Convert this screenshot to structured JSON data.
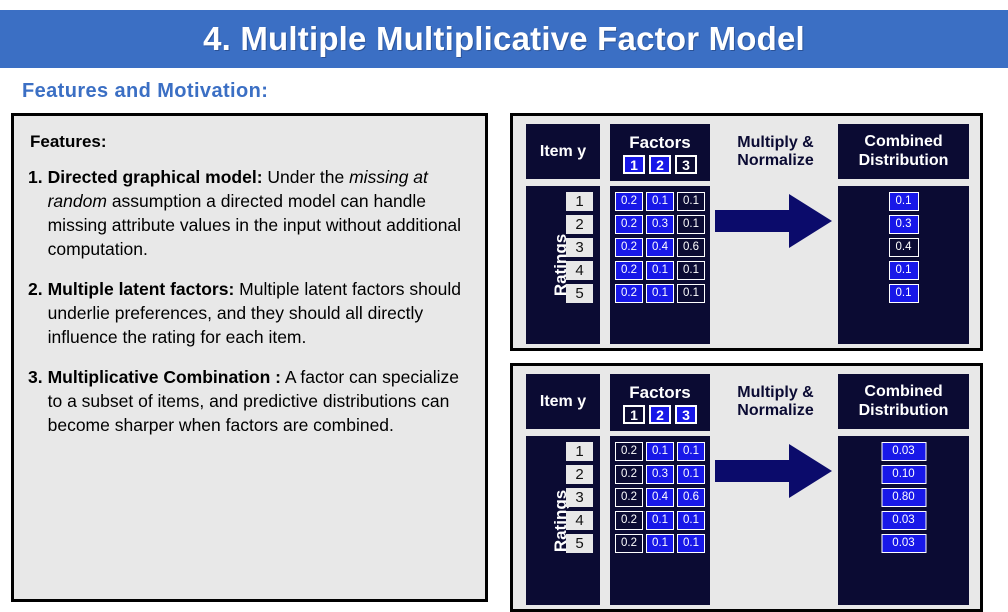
{
  "slide": {
    "title": "4. Multiple Multiplicative Factor Model",
    "subtitle": "Features and Motivation:",
    "accent_blue": "#3b6fc4",
    "navy": "#0b0b33",
    "bright_blue": "#1818e8",
    "panel_gray": "#e8e8e8"
  },
  "features": {
    "heading": "Features:",
    "items": [
      {
        "num": "1.",
        "lead": "Directed graphical model:",
        "rest_a": " Under the ",
        "italic": "missing at random",
        "rest_b": " assumption a directed model can handle missing attribute values in the input without additional computation."
      },
      {
        "num": "2.",
        "lead": "Multiple latent factors:",
        "rest_a": " Multiple latent factors should underlie preferences, and they should all directly influence the rating for each item.",
        "italic": "",
        "rest_b": ""
      },
      {
        "num": "3.",
        "lead": "Multiplicative Combination :",
        "rest_a": " A factor can specialize to a subset of items, and predictive distributions can become sharper when factors are combined.",
        "italic": "",
        "rest_b": ""
      }
    ]
  },
  "diagrams": [
    {
      "id": "top",
      "header": {
        "item_label": "Item y",
        "factors_label": "Factors",
        "factor_boxes": [
          {
            "label": "1",
            "active": true
          },
          {
            "label": "2",
            "active": true
          },
          {
            "label": "3",
            "active": false
          }
        ],
        "multiply_line1": "Multiply &",
        "multiply_line2": "Normalize",
        "combined_line1": "Combined",
        "combined_line2": "Distribution"
      },
      "ratings_label": "Ratings",
      "ratings": [
        "1",
        "2",
        "3",
        "4",
        "5"
      ],
      "factor_cells": [
        [
          {
            "v": "0.2",
            "active": true
          },
          {
            "v": "0.1",
            "active": true
          },
          {
            "v": "0.1",
            "active": false
          }
        ],
        [
          {
            "v": "0.2",
            "active": true
          },
          {
            "v": "0.3",
            "active": true
          },
          {
            "v": "0.1",
            "active": false
          }
        ],
        [
          {
            "v": "0.2",
            "active": true
          },
          {
            "v": "0.4",
            "active": true
          },
          {
            "v": "0.6",
            "active": false
          }
        ],
        [
          {
            "v": "0.2",
            "active": true
          },
          {
            "v": "0.1",
            "active": true
          },
          {
            "v": "0.1",
            "active": false
          }
        ],
        [
          {
            "v": "0.2",
            "active": true
          },
          {
            "v": "0.1",
            "active": true
          },
          {
            "v": "0.1",
            "active": false
          }
        ]
      ],
      "combined": [
        {
          "v": "0.1",
          "active": true
        },
        {
          "v": "0.3",
          "active": true
        },
        {
          "v": "0.4",
          "active": false
        },
        {
          "v": "0.1",
          "active": true
        },
        {
          "v": "0.1",
          "active": true
        }
      ],
      "combined_width": "narrow"
    },
    {
      "id": "bottom",
      "header": {
        "item_label": "Item y",
        "factors_label": "Factors",
        "factor_boxes": [
          {
            "label": "1",
            "active": false
          },
          {
            "label": "2",
            "active": true
          },
          {
            "label": "3",
            "active": true
          }
        ],
        "multiply_line1": "Multiply &",
        "multiply_line2": "Normalize",
        "combined_line1": "Combined",
        "combined_line2": "Distribution"
      },
      "ratings_label": "Ratings",
      "ratings": [
        "1",
        "2",
        "3",
        "4",
        "5"
      ],
      "factor_cells": [
        [
          {
            "v": "0.2",
            "active": false
          },
          {
            "v": "0.1",
            "active": true
          },
          {
            "v": "0.1",
            "active": true
          }
        ],
        [
          {
            "v": "0.2",
            "active": false
          },
          {
            "v": "0.3",
            "active": true
          },
          {
            "v": "0.1",
            "active": true
          }
        ],
        [
          {
            "v": "0.2",
            "active": false
          },
          {
            "v": "0.4",
            "active": true
          },
          {
            "v": "0.6",
            "active": true
          }
        ],
        [
          {
            "v": "0.2",
            "active": false
          },
          {
            "v": "0.1",
            "active": true
          },
          {
            "v": "0.1",
            "active": true
          }
        ],
        [
          {
            "v": "0.2",
            "active": false
          },
          {
            "v": "0.1",
            "active": true
          },
          {
            "v": "0.1",
            "active": true
          }
        ]
      ],
      "combined": [
        {
          "v": "0.03",
          "active": true
        },
        {
          "v": "0.10",
          "active": true
        },
        {
          "v": "0.80",
          "active": true
        },
        {
          "v": "0.03",
          "active": true
        },
        {
          "v": "0.03",
          "active": true
        }
      ],
      "combined_width": "wide"
    }
  ]
}
